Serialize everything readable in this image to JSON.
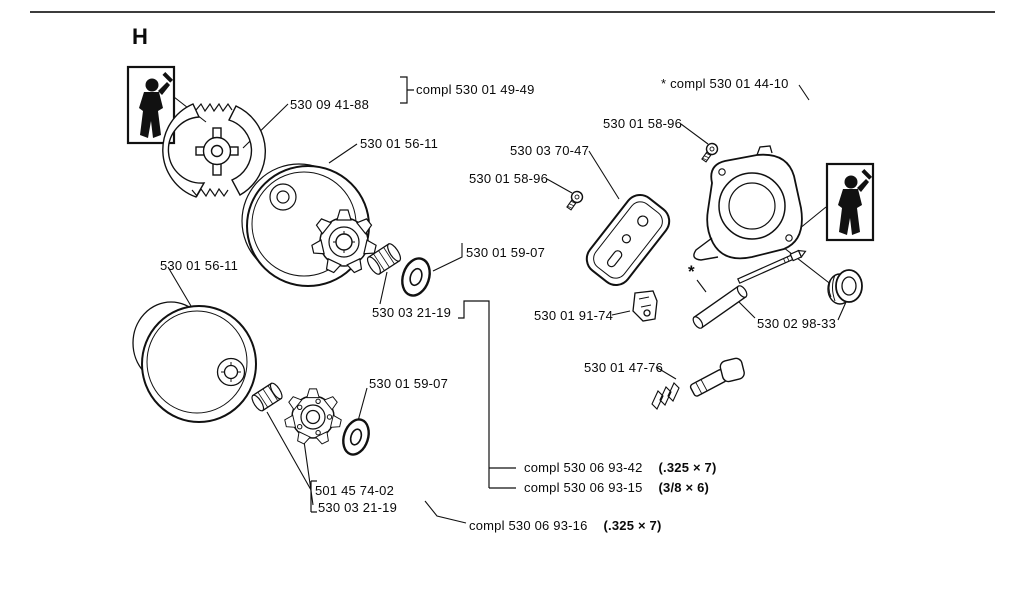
{
  "page": {
    "section_letter": "H"
  },
  "part_labels": [
    {
      "id": "clutch",
      "text": "530 09 41-88"
    },
    {
      "id": "compl-clutch-drum",
      "text": "compl 530 01 49-49"
    },
    {
      "id": "compl-brake-cover",
      "text": "* compl 530 01 44-10"
    },
    {
      "id": "screw-upper",
      "text": "530 01 58-96"
    },
    {
      "id": "cover-plate",
      "text": "530 03 70-47"
    },
    {
      "id": "screw-left",
      "text": "530 01 58-96"
    },
    {
      "id": "drum-upper",
      "text": "530 01 56-11"
    },
    {
      "id": "washer-upper",
      "text": "530 01 59-07"
    },
    {
      "id": "bearing-upper",
      "text": "530 03 21-19"
    },
    {
      "id": "drum-lower",
      "text": "530 01 56-11"
    },
    {
      "id": "chain-catcher",
      "text": "530 01 91-74"
    },
    {
      "id": "drum-small",
      "text": "530 02 98-33"
    },
    {
      "id": "oil-pump-drive",
      "text": "530 01 47-76"
    },
    {
      "id": "washer-lower",
      "text": "530 01 59-07"
    },
    {
      "id": "bearing-cage",
      "text": "501 45 74-02"
    },
    {
      "id": "bearing-lower",
      "text": "530 03 21-19"
    },
    {
      "id": "tube-asterisk",
      "text": "*"
    }
  ],
  "kit_labels": [
    {
      "text": "compl 530 06 93-42",
      "size": "(.325 × 7)"
    },
    {
      "text": "compl 530 06 93-15",
      "size": "(3/8 × 6)"
    },
    {
      "text": "compl 530 06 93-16",
      "size": "(.325 × 7)"
    }
  ]
}
